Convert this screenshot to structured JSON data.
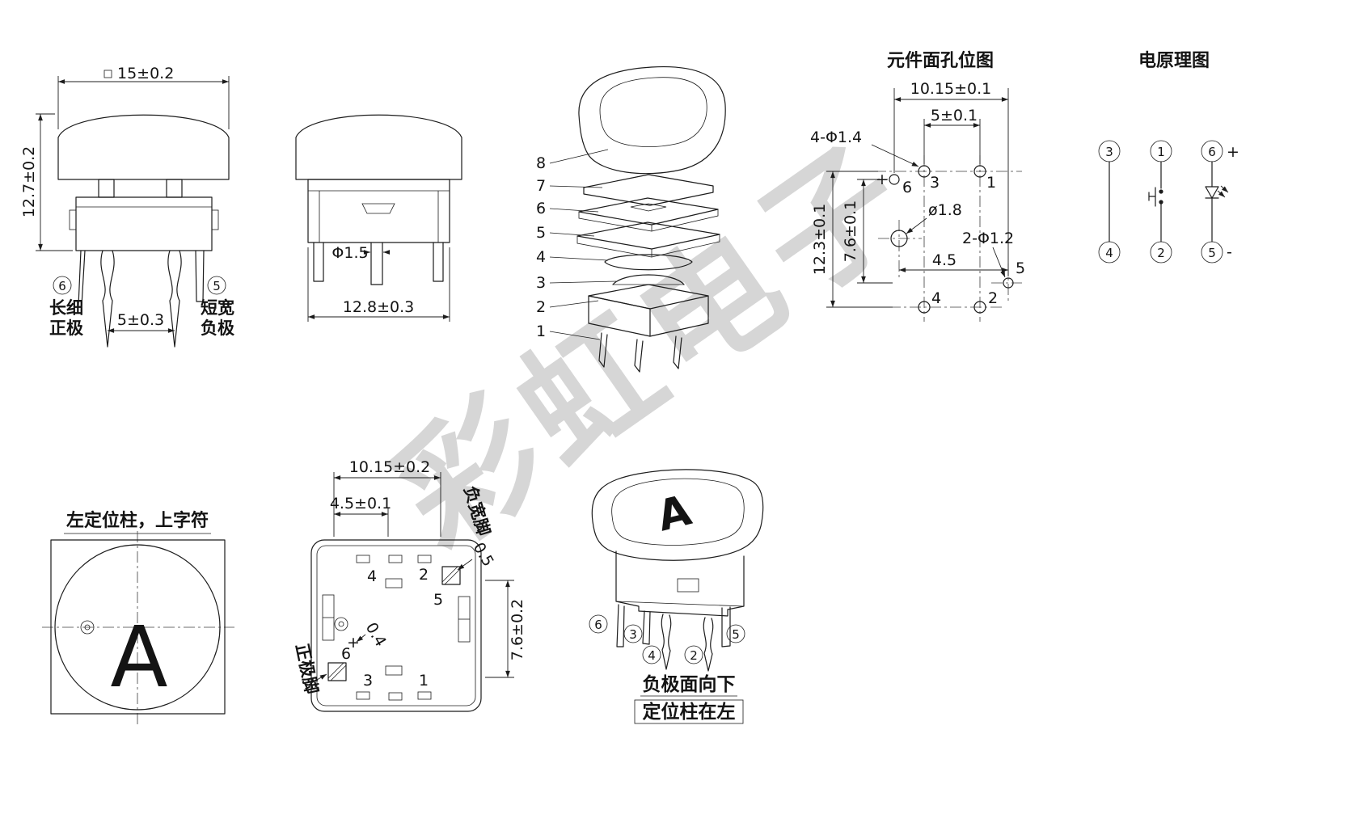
{
  "watermark": "彩虹电子",
  "front_view": {
    "dim_width": "15±0.2",
    "dim_height": "12.7±0.2",
    "dim_pin_spacing": "5±0.3",
    "pin6_num": "6",
    "pin6_desc1": "长细",
    "pin6_desc2": "正极",
    "pin5_num": "5",
    "pin5_desc1": "短宽",
    "pin5_desc2": "负极"
  },
  "side_view": {
    "dim_shaft": "Φ1.5",
    "dim_width": "12.8±0.3"
  },
  "exploded_view": {
    "part_numbers": [
      "8",
      "7",
      "6",
      "5",
      "4",
      "3",
      "2",
      "1"
    ]
  },
  "hole_layout": {
    "title": "元件面孔位图",
    "dim_width": "10.15±0.1",
    "dim_top_pins": "5±0.1",
    "label_switch_holes": "4-Φ1.4",
    "dim_height": "12.3±0.1",
    "dim_led_pins": "7.6±0.1",
    "label_center_hole": "ø1.8",
    "label_led_holes": "2-Φ1.2",
    "dim_offset": "4.5",
    "plus": "+",
    "hole6": "6",
    "hole3": "3",
    "hole1": "1",
    "hole4": "4",
    "hole2": "2",
    "hole5": "5"
  },
  "schematic": {
    "title": "电原理图",
    "pin3": "3",
    "pin1": "1",
    "pin6": "6",
    "pin4": "4",
    "pin2": "2",
    "pin5": "5",
    "plus": "+",
    "minus": "-"
  },
  "top_view": {
    "title": "左定位柱，上字符",
    "cap_letter": "A"
  },
  "bottom_view": {
    "dim_width": "10.15±0.2",
    "dim_offset": "4.5±0.1",
    "dim_led_pins": "7.6±0.2",
    "label_neg_pin": "负宽脚",
    "dim_neg": "0.5",
    "label_pos_pin": "正极脚",
    "dim_pos": "0.4",
    "plus": "+",
    "pin4": "4",
    "pin2": "2",
    "pin5": "5",
    "pin6": "6",
    "pin3": "3",
    "pin1": "1"
  },
  "perspective_view": {
    "cap_letter": "A",
    "pin6": "6",
    "pin3": "3",
    "pin4": "4",
    "pin2": "2",
    "pin5": "5",
    "note_line1": "负极面向下",
    "note_line2": "定位柱在左"
  }
}
